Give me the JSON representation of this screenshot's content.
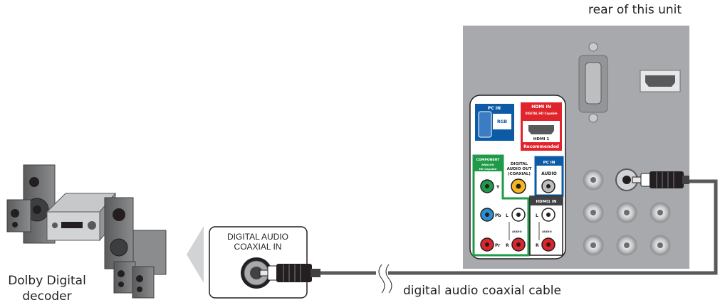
{
  "labels": {
    "rear": "rear of this unit",
    "decoder": "Dolby Digital decoder",
    "cable": "digital audio coaxial cable",
    "coax_in_line1": "DIGITAL AUDIO",
    "coax_in_line2": "COAXIAL IN"
  },
  "panel": {
    "pc_in_title": "PC IN",
    "rgb": "RGB",
    "hdmi_in_title": "HDMI IN",
    "hdmi_capable": "DIGITAL HD Capable",
    "hdmi1": "HDMI 1",
    "recommended": "Recommended",
    "component_title": "COMPONENT",
    "analog_hd": "ANALOG",
    "hd_capable": "HD Capable",
    "digital_audio_out_1": "DIGITAL",
    "digital_audio_out_2": "AUDIO OUT",
    "digital_audio_out_3": "(COAXIAL)",
    "pc_in_audio_title": "PC IN",
    "audio": "AUDIO",
    "hdmi1_in": "HDMI1  IN",
    "y": "Y",
    "pb": "Pb",
    "pr": "Pr",
    "l": "L",
    "r": "R",
    "audio_small": "AUDIO"
  },
  "colors": {
    "panel_gray": "#a7a9ac",
    "pc_blue": "#0d5ba6",
    "hdmi_red": "#e0242b",
    "component_green": "#1f9a48",
    "cable": "#58595b"
  }
}
